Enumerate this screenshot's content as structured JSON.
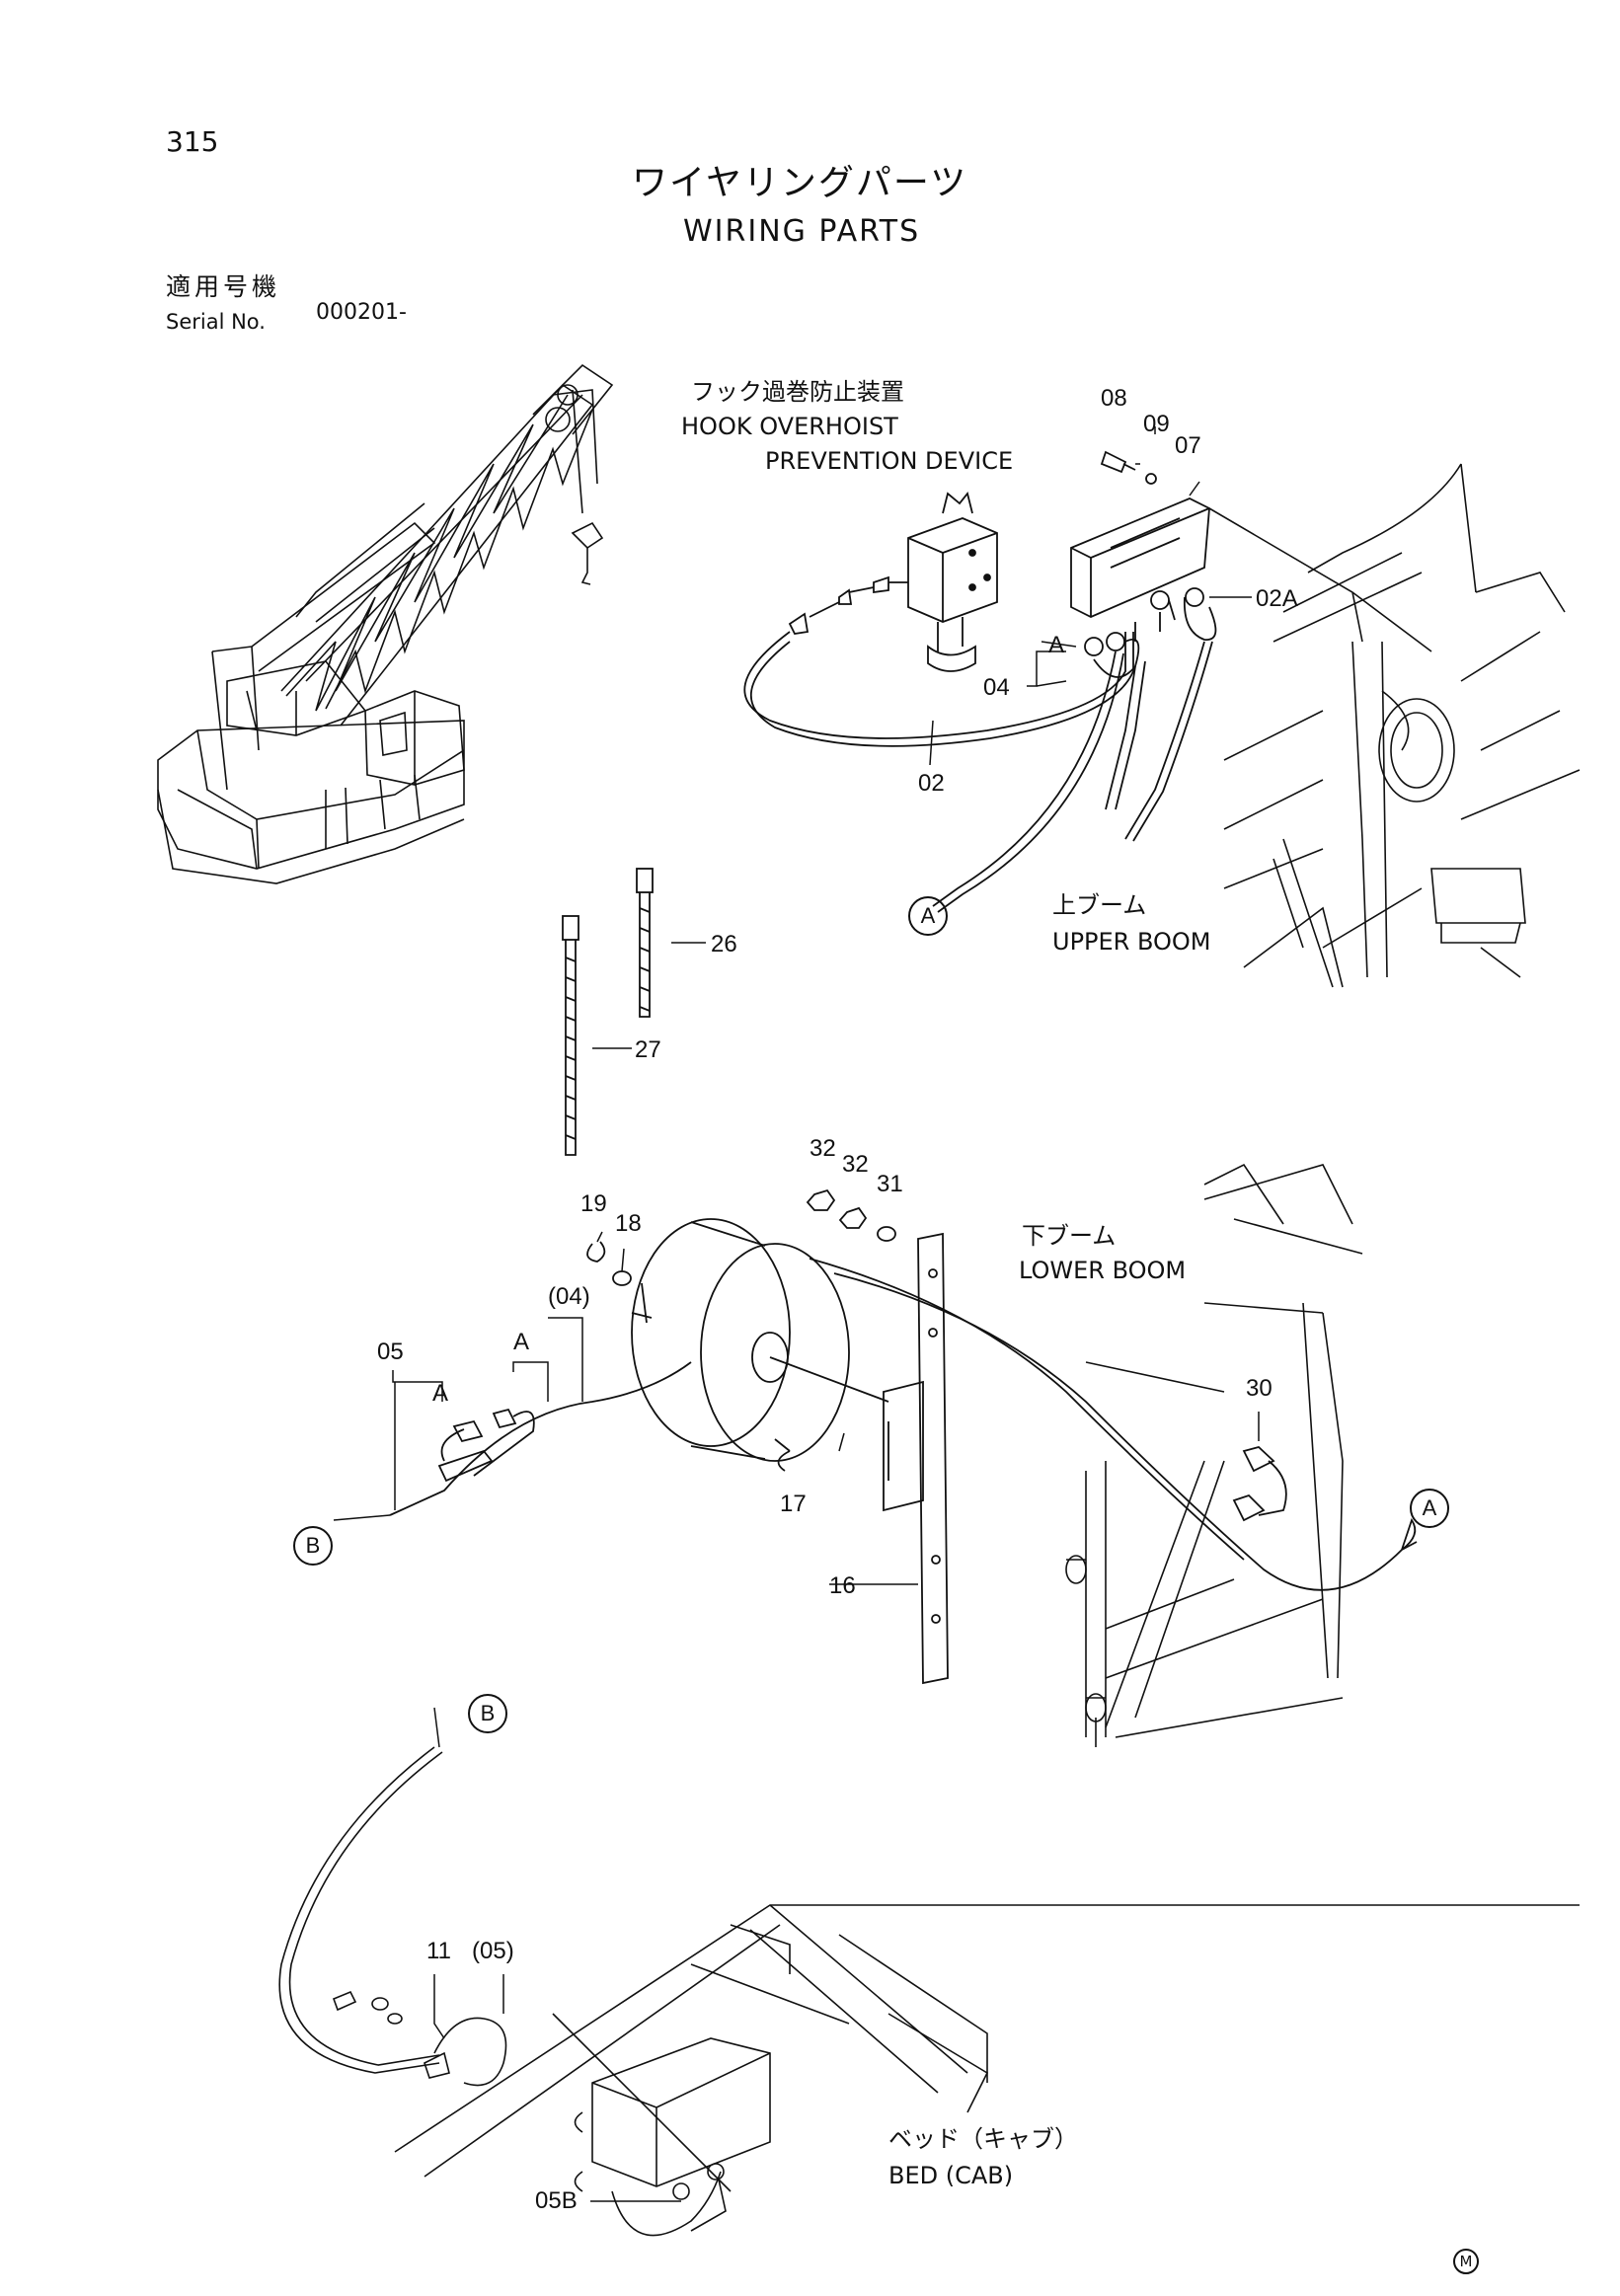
{
  "page": {
    "number": "315",
    "title_jp": "ワイヤリングパーツ",
    "title_en": "WIRING PARTS",
    "serial_label_jp": "適用号機",
    "serial_label_en": "Serial No.",
    "serial_value": "000201-",
    "corner_mark": "M"
  },
  "callouts": {
    "hook_jp": "フック過巻防止装置",
    "hook_en_1": "HOOK OVERHOIST",
    "hook_en_2": "PREVENTION DEVICE",
    "upper_boom_jp": "上ブーム",
    "upper_boom_en": "UPPER BOOM",
    "lower_boom_jp": "下ブーム",
    "lower_boom_en": "LOWER BOOM",
    "bed_jp": "ベッド（キャブ）",
    "bed_en": "BED (CAB)"
  },
  "parts": {
    "p08": "08",
    "p09": "09",
    "p07": "07",
    "p02A": "02A",
    "p04": "04",
    "p02": "02",
    "p26": "26",
    "p27": "27",
    "p32a": "32",
    "p32b": "32",
    "p31": "31",
    "p19": "19",
    "p18": "18",
    "p04p": "(04)",
    "p05": "05",
    "p17": "17",
    "p16": "16",
    "p30": "30",
    "p11": "11",
    "p05p": "(05)",
    "p05B": "05B",
    "A1": "A",
    "A2": "A",
    "A3": "A"
  },
  "connectors": {
    "A": "A",
    "B": "B"
  }
}
